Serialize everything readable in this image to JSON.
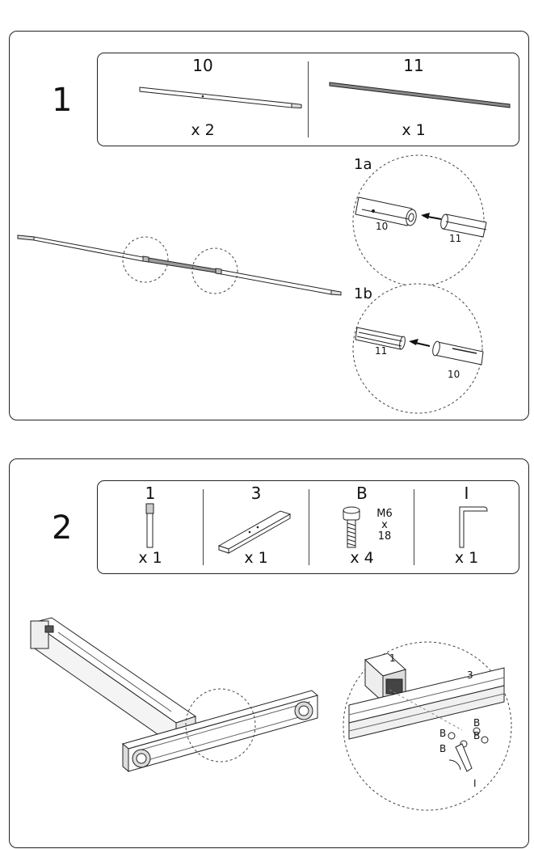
{
  "step1": {
    "number": "1",
    "parts": [
      {
        "id": "10",
        "qty": "x 2"
      },
      {
        "id": "11",
        "qty": "x 1"
      }
    ],
    "details": [
      {
        "label": "1a",
        "parts": [
          "10",
          "11"
        ]
      },
      {
        "label": "1b",
        "parts": [
          "11",
          "10"
        ]
      }
    ]
  },
  "step2": {
    "number": "2",
    "parts": [
      {
        "id": "1",
        "qty": "x 1"
      },
      {
        "id": "3",
        "qty": "x 1"
      },
      {
        "id": "B",
        "qty": "x 4",
        "spec": [
          "M6",
          "x",
          "18"
        ]
      },
      {
        "id": "I",
        "qty": "x 1"
      }
    ],
    "detail_labels": {
      "leg": "1",
      "foot": "3",
      "screw_a": "B",
      "screw_b": "B",
      "screw_c": "B",
      "screw_d": "B",
      "wrench": "I"
    }
  }
}
